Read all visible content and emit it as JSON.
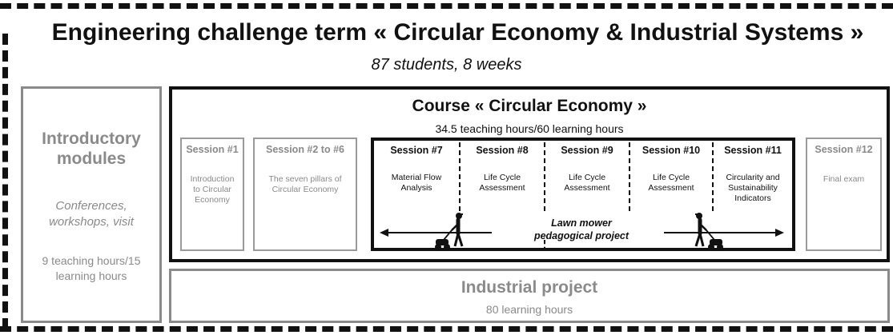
{
  "header": {
    "title": "Engineering challenge term « Circular Economy & Industrial Systems »",
    "subtitle": "87 students, 8 weeks"
  },
  "intro": {
    "title_line1": "Introductory",
    "title_line2": "modules",
    "activities_line1": "Conferences,",
    "activities_line2": "workshops, visit",
    "hours_line1": "9 teaching hours/15",
    "hours_line2": "learning hours"
  },
  "course": {
    "title": "Course « Circular Economy »",
    "hours": "34.5 teaching hours/60 learning hours"
  },
  "sessions": [
    {
      "title": "Session #1",
      "desc": [
        "Introduction",
        "to Circular",
        "Economy"
      ]
    },
    {
      "title": "Session #2 to #6",
      "desc": [
        "The seven pillars of",
        "Circular Economy"
      ]
    },
    {
      "title": "Session #7",
      "desc": [
        "Material Flow",
        "Analysis"
      ]
    },
    {
      "title": "Session #8",
      "desc": [
        "Life Cycle",
        "Assessment"
      ]
    },
    {
      "title": "Session #9",
      "desc": [
        "Life Cycle",
        "Assessment"
      ]
    },
    {
      "title": "Session #10",
      "desc": [
        "Life Cycle",
        "Assessment"
      ]
    },
    {
      "title": "Session #11",
      "desc": [
        "Circularity and",
        "Sustainability",
        "Indicators"
      ]
    },
    {
      "title": "Session #12",
      "desc": [
        "Final exam"
      ]
    }
  ],
  "project": {
    "line1": "Lawn mower",
    "line2": "pedagogical project"
  },
  "industrial": {
    "title": "Industrial project",
    "hours": "80 learning hours"
  },
  "colors": {
    "border_dark": "#111111",
    "border_gray": "#8a8a8a",
    "text_gray": "#8a8a8a"
  },
  "icons": [
    "lawn-mower-person-icon",
    "arrow-left-icon",
    "arrow-right-icon"
  ]
}
